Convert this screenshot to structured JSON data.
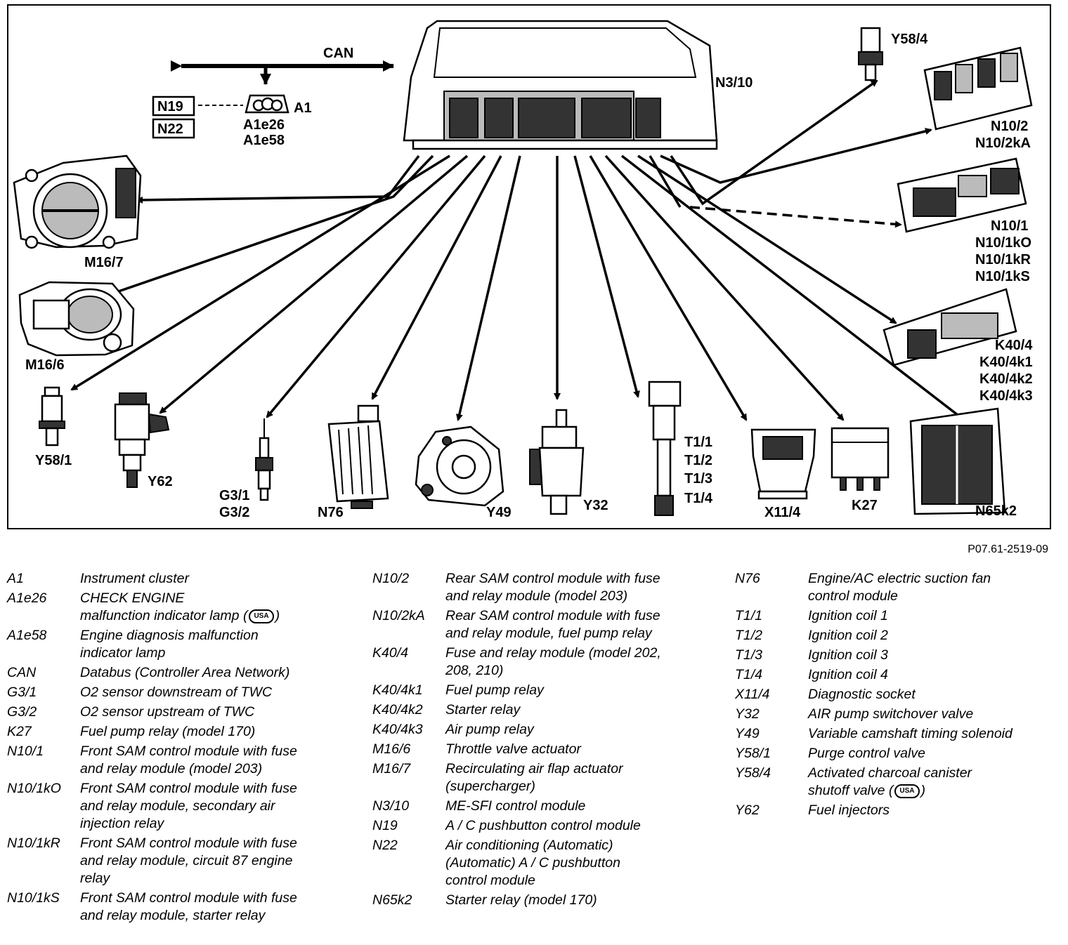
{
  "figure_code": "P07.61-2519-09",
  "diagram": {
    "can_label": "CAN",
    "ecu_label": "N3/10",
    "cluster_label": "A1",
    "cluster_lamps": [
      "A1e26",
      "A1e58"
    ],
    "box_labels": [
      "N19",
      "N22"
    ],
    "component_labels": {
      "m16_7": "M16/7",
      "m16_6": "M16/6",
      "y58_1": "Y58/1",
      "y62": "Y62",
      "g3": [
        "G3/1",
        "G3/2"
      ],
      "n76": "N76",
      "y49": "Y49",
      "y32": "Y32",
      "t1": [
        "T1/1",
        "T1/2",
        "T1/3",
        "T1/4"
      ],
      "x11_4": "X11/4",
      "k27": "K27",
      "n65k2": "N65k2",
      "k40_4": [
        "K40/4",
        "K40/4k1",
        "K40/4k2",
        "K40/4k3"
      ],
      "n10_1": [
        "N10/1",
        "N10/1kO",
        "N10/1kR",
        "N10/1kS"
      ],
      "n10_2": [
        "N10/2",
        "N10/2kA"
      ],
      "y58_4": "Y58/4"
    }
  },
  "legend": {
    "col1": [
      {
        "code": "A1",
        "desc": "Instrument cluster"
      },
      {
        "code": "A1e26",
        "desc": "CHECK ENGINE",
        "desc2": "malfunction indicator lamp (",
        "badge": "USA",
        "tail": ")"
      },
      {
        "code": "A1e58",
        "desc": "Engine diagnosis malfunction",
        "desc2": "indicator lamp"
      },
      {
        "code": "CAN",
        "desc": "Databus (Controller Area Network)"
      },
      {
        "code": "G3/1",
        "desc": "O2 sensor downstream of TWC"
      },
      {
        "code": "G3/2",
        "desc": "O2 sensor upstream of TWC"
      },
      {
        "code": "K27",
        "desc": "Fuel pump relay (model 170)"
      },
      {
        "code": "N10/1",
        "desc": "Front SAM control module with fuse",
        "desc2": "and relay module (model 203)"
      },
      {
        "code": "N10/1kO",
        "desc": "Front SAM control module with fuse",
        "desc2": "and relay module, secondary air",
        "desc3": "injection relay"
      },
      {
        "code": "N10/1kR",
        "desc": "Front SAM control module with fuse",
        "desc2": "and relay module, circuit 87 engine",
        "desc3": "relay"
      },
      {
        "code": "N10/1kS",
        "desc": "Front SAM control module with fuse",
        "desc2": "and relay module, starter relay"
      }
    ],
    "col2": [
      {
        "code": "N10/2",
        "desc": "Rear SAM control module with fuse",
        "desc2": "and relay module (model 203)"
      },
      {
        "code": "N10/2kA",
        "desc": "Rear SAM control module with fuse",
        "desc2": "and relay module, fuel pump relay"
      },
      {
        "code": "K40/4",
        "desc": "Fuse and relay module (model 202,",
        "desc2": "208, 210)"
      },
      {
        "code": "K40/4k1",
        "desc": "Fuel pump relay"
      },
      {
        "code": "K40/4k2",
        "desc": "Starter relay"
      },
      {
        "code": "K40/4k3",
        "desc": "Air pump relay"
      },
      {
        "code": "M16/6",
        "desc": "Throttle valve actuator"
      },
      {
        "code": "M16/7",
        "desc": "Recirculating air flap actuator",
        "desc2": "(supercharger)"
      },
      {
        "code": "N3/10",
        "desc": "ME-SFI control module"
      },
      {
        "code": "N19",
        "desc": "A / C pushbutton control module"
      },
      {
        "code": "N22",
        "desc": "Air conditioning (Automatic)",
        "desc2": "(Automatic) A / C pushbutton",
        "desc3": "control module"
      },
      {
        "code": "N65k2",
        "desc": "Starter relay (model 170)"
      }
    ],
    "col3": [
      {
        "code": "N76",
        "desc": "Engine/AC electric suction fan",
        "desc2": "control module"
      },
      {
        "code": "T1/1",
        "desc": "Ignition coil 1"
      },
      {
        "code": "T1/2",
        "desc": "Ignition coil 2"
      },
      {
        "code": "T1/3",
        "desc": "Ignition coil 3"
      },
      {
        "code": "T1/4",
        "desc": "Ignition coil 4"
      },
      {
        "code": "X11/4",
        "desc": "Diagnostic socket"
      },
      {
        "code": "Y32",
        "desc": "AIR pump switchover valve"
      },
      {
        "code": "Y49",
        "desc": "Variable camshaft timing solenoid"
      },
      {
        "code": "Y58/1",
        "desc": "Purge control valve"
      },
      {
        "code": "Y58/4",
        "desc": "Activated charcoal canister",
        "desc2": "shutoff valve (",
        "badge": "USA",
        "tail": ")"
      },
      {
        "code": "Y62",
        "desc": "Fuel injectors"
      }
    ]
  }
}
